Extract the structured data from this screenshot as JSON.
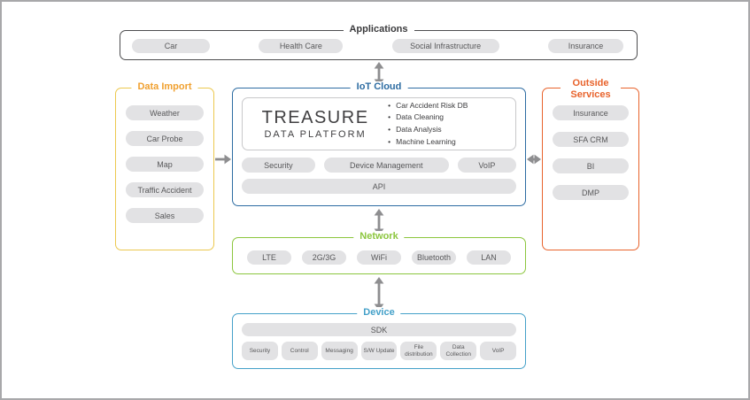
{
  "applications": {
    "title": "Applications",
    "items": [
      "Car",
      "Health Care",
      "Social Infrastructure",
      "Insurance"
    ]
  },
  "data_import": {
    "title": "Data Import",
    "items": [
      "Weather",
      "Car Probe",
      "Map",
      "Traffic Accident",
      "Sales"
    ]
  },
  "iot_cloud": {
    "title": "IoT Cloud",
    "platform": {
      "line1": "TREASURE",
      "line2": "DATA PLATFORM"
    },
    "features": [
      "Car Accident Risk DB",
      "Data Cleaning",
      "Data Analysis",
      "Machine Learning"
    ],
    "services": [
      "Security",
      "Device Management",
      "VoIP"
    ],
    "api_label": "API"
  },
  "outside_services": {
    "title": "Outside Services",
    "items": [
      "Insurance",
      "SFA CRM",
      "BI",
      "DMP"
    ]
  },
  "network": {
    "title": "Network",
    "items": [
      "LTE",
      "2G/3G",
      "WiFi",
      "Bluetooth",
      "LAN"
    ]
  },
  "device": {
    "title": "Device",
    "sdk_label": "SDK",
    "items": [
      "Security",
      "Control",
      "Messaging",
      "S/W Update",
      "File distribution",
      "Data Collection",
      "VoIP"
    ]
  },
  "colors": {
    "applications_border": "#4d4d4f",
    "applications_title": "#3a3a3c",
    "data_import_border": "#ecc84e",
    "data_import_title": "#f0a02f",
    "iot_cloud": "#2d6ca2",
    "outside_services": "#e8632c",
    "network": "#8cc63e",
    "device": "#45a1c9",
    "pill_bg": "#e2e2e4",
    "pill_text": "#58585a",
    "arrow": "#8e8e90",
    "platform_border": "#c8c8ca"
  }
}
